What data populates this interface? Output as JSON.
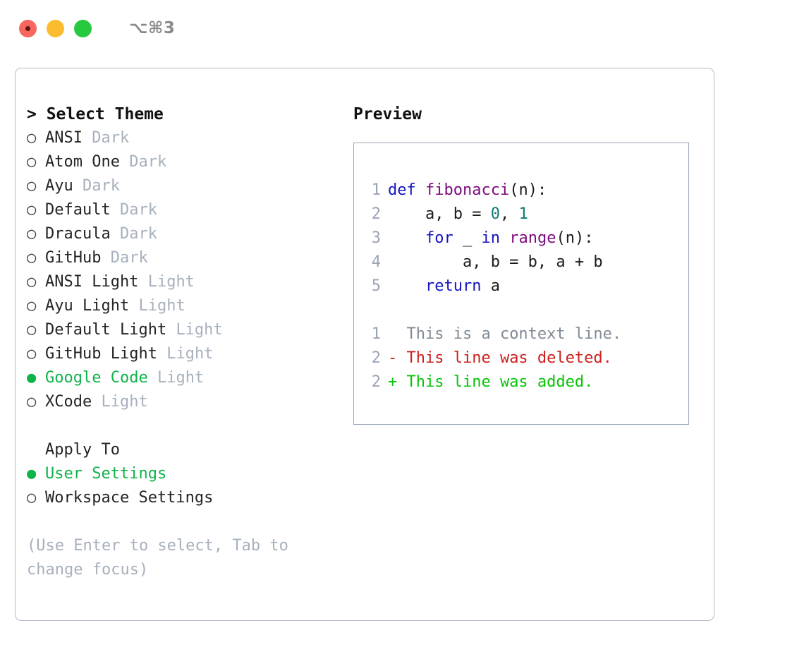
{
  "titlebar": {
    "shortcut": "⌥⌘3",
    "buttons": [
      {
        "name": "close",
        "color": "#f9655f"
      },
      {
        "name": "minimize",
        "color": "#fbbd2f"
      },
      {
        "name": "maximize",
        "color": "#27c93f"
      }
    ]
  },
  "colors": {
    "accent_green": "#10b34a",
    "muted": "#a7b0bd",
    "border": "#b2bac6",
    "preview_border": "#9aa5b4",
    "keyword": "#1414bf",
    "function": "#7d0a7d",
    "number": "#0e7b72",
    "diff_delete": "#cc1f1f",
    "diff_add": "#07c407",
    "diff_context": "#808b96",
    "linenumber": "#9aa5b4"
  },
  "theme_picker": {
    "heading": "> Select Theme",
    "prompt_marker": ">",
    "selected_marker": "●",
    "unselected_marker": "○",
    "options": [
      {
        "name": "ANSI",
        "category": "Dark",
        "selected": false
      },
      {
        "name": "Atom One",
        "category": "Dark",
        "selected": false
      },
      {
        "name": "Ayu",
        "category": "Dark",
        "selected": false
      },
      {
        "name": "Default",
        "category": "Dark",
        "selected": false
      },
      {
        "name": "Dracula",
        "category": "Dark",
        "selected": false
      },
      {
        "name": "GitHub",
        "category": "Dark",
        "selected": false
      },
      {
        "name": "ANSI Light",
        "category": "Light",
        "selected": false
      },
      {
        "name": "Ayu Light",
        "category": "Light",
        "selected": false
      },
      {
        "name": "Default Light",
        "category": "Light",
        "selected": false
      },
      {
        "name": "GitHub Light",
        "category": "Light",
        "selected": false
      },
      {
        "name": "Google Code",
        "category": "Light",
        "selected": true
      },
      {
        "name": "XCode",
        "category": "Light",
        "selected": false
      }
    ]
  },
  "apply_to": {
    "heading": "Apply To",
    "options": [
      {
        "name": "User Settings",
        "selected": true
      },
      {
        "name": "Workspace Settings",
        "selected": false
      }
    ]
  },
  "hint": "(Use Enter to select, Tab to change focus)",
  "preview": {
    "heading": "Preview",
    "code_lines": [
      {
        "no": "1",
        "tokens": [
          {
            "t": "def ",
            "k": "kw"
          },
          {
            "t": "fibonacci",
            "k": "fn"
          },
          {
            "t": "(n):",
            "k": "plain"
          }
        ]
      },
      {
        "no": "2",
        "tokens": [
          {
            "t": "    a, b = ",
            "k": "plain"
          },
          {
            "t": "0",
            "k": "num"
          },
          {
            "t": ", ",
            "k": "plain"
          },
          {
            "t": "1",
            "k": "num"
          }
        ]
      },
      {
        "no": "3",
        "tokens": [
          {
            "t": "    ",
            "k": "plain"
          },
          {
            "t": "for",
            "k": "kw"
          },
          {
            "t": " _ ",
            "k": "plain"
          },
          {
            "t": "in",
            "k": "kw"
          },
          {
            "t": " ",
            "k": "plain"
          },
          {
            "t": "range",
            "k": "fn"
          },
          {
            "t": "(n):",
            "k": "plain"
          }
        ]
      },
      {
        "no": "4",
        "tokens": [
          {
            "t": "        a, b = b, a + b",
            "k": "plain"
          }
        ]
      },
      {
        "no": "5",
        "tokens": [
          {
            "t": "    ",
            "k": "plain"
          },
          {
            "t": "return",
            "k": "kw"
          },
          {
            "t": " a",
            "k": "plain"
          }
        ]
      }
    ],
    "diff_lines": [
      {
        "no": "1",
        "sign": " ",
        "text": "This is a context line.",
        "kind": "ctx"
      },
      {
        "no": "2",
        "sign": "-",
        "text": "This line was deleted.",
        "kind": "del"
      },
      {
        "no": "2",
        "sign": "+",
        "text": "This line was added.",
        "kind": "add"
      }
    ]
  }
}
